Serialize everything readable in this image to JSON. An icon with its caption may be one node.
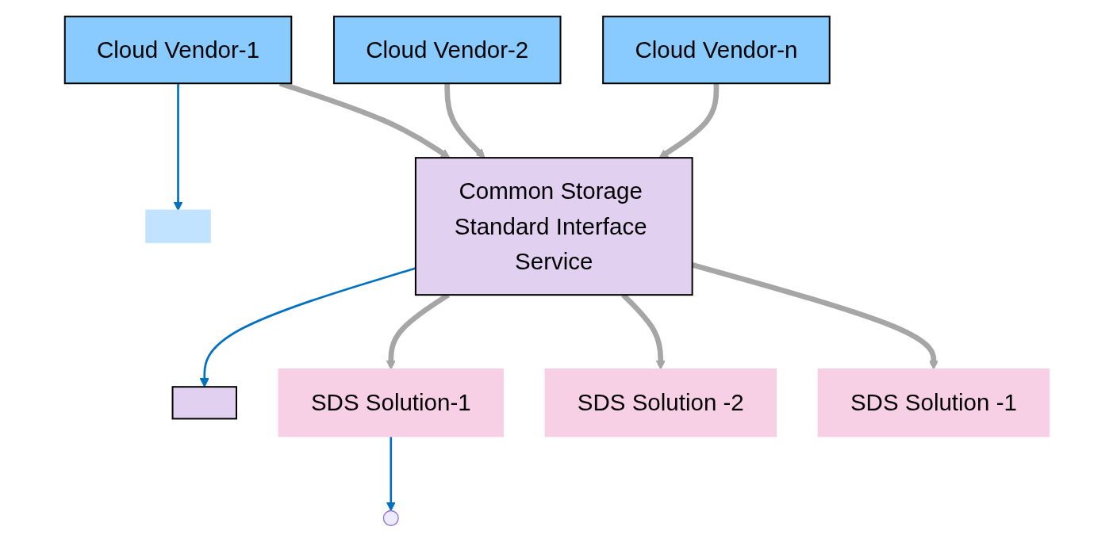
{
  "diagram": {
    "nodes": [
      {
        "text": [
          "Cloud Vendor-1"
        ]
      },
      {
        "text": [
          "Cloud Vendor-2"
        ]
      },
      {
        "text": [
          "Cloud Vendor-n"
        ]
      },
      {
        "text": [
          "Common Storage Standard Interface Service"
        ]
      },
      {
        "text": [
          "SDS Solution-1"
        ]
      },
      {
        "text": [
          "SDS Solution -2"
        ]
      },
      {
        "text": [
          "SDS Solution -1"
        ]
      },
      {
        "text": [],
        "shape": "box"
      },
      {
        "text": [],
        "shape": "box"
      }
    ],
    "edges": [
      {
        "from": 0,
        "to": 3,
        "arrow": "to"
      },
      {
        "from": 1,
        "to": 3,
        "arrow": "to"
      },
      {
        "from": 2,
        "to": 3,
        "arrow": "to"
      },
      {
        "from": 3,
        "to": 4,
        "arrow": "to"
      },
      {
        "from": 3,
        "to": 5,
        "arrow": "to"
      },
      {
        "from": 3,
        "to": 6,
        "arrow": "to"
      },
      {
        "from": 0,
        "to": 7,
        "arrow": "to",
        "color": "#0070c0"
      },
      {
        "from": 3,
        "to": 8,
        "arrow": "to",
        "color": "#0070c0"
      },
      {
        "from": 4,
        "to": null,
        "arrow": "to",
        "color": "#0070c0"
      }
    ]
  }
}
